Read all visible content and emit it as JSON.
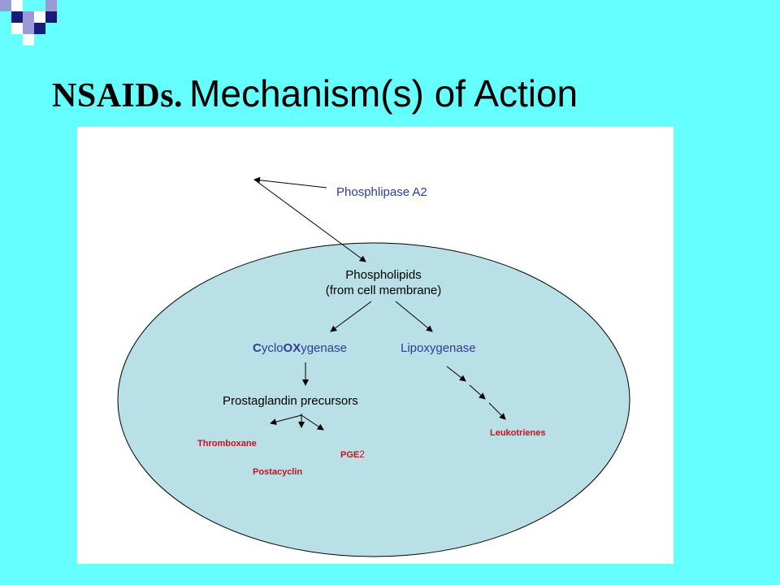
{
  "slide": {
    "title_part1": "NSAIDs.",
    "title_part2": "Mechanism(s) of Action"
  },
  "diagram": {
    "phospholipase": "Phosphlipase A2",
    "phospholipids_line1": "Phospholipids",
    "phospholipids_line2": "(from cell membrane)",
    "cox_c": "C",
    "cox_yclo": "yclo",
    "cox_ox": "OX",
    "cox_rest": "ygenase",
    "lipoxygenase": "Lipoxygenase",
    "prostaglandin_precursors": "Prostaglandin precursors",
    "thromboxane": "Thromboxane",
    "pge": "PGE",
    "pge_sub": "2",
    "postacyclin": "Postacyclin",
    "leukotrienes": "Leukotrienes"
  },
  "colors": {
    "background": "#66ffff",
    "cell_fill": "#b8e0e6",
    "blue_label": "#2b3e9a",
    "red_label": "#c0141c",
    "deco_navy": "#1a1a7a",
    "deco_lavender": "#9a9ad6"
  }
}
